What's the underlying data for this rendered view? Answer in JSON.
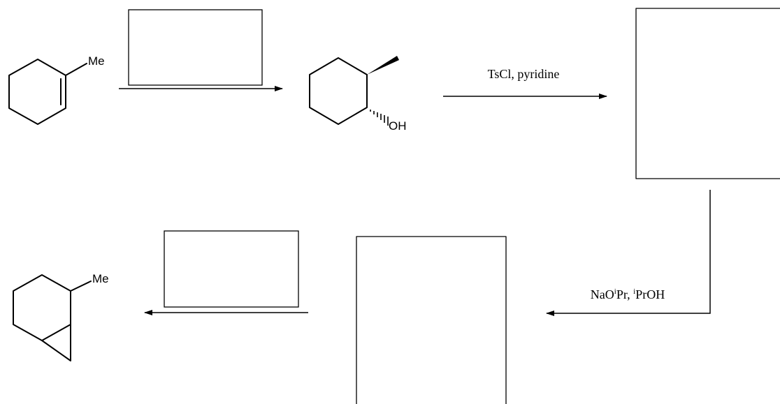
{
  "scheme": {
    "start_material": {
      "substituent": "Me"
    },
    "intermediate_alcohol": {
      "hydroxyl": "OH"
    },
    "step2_reagent": "TsCl, pyridine",
    "step3_reagent": {
      "part1": "NaO",
      "sup1": "i",
      "part2": "Pr, ",
      "sup2": "i",
      "part3": "PrOH"
    },
    "final_product": {
      "substituent": "Me"
    }
  }
}
